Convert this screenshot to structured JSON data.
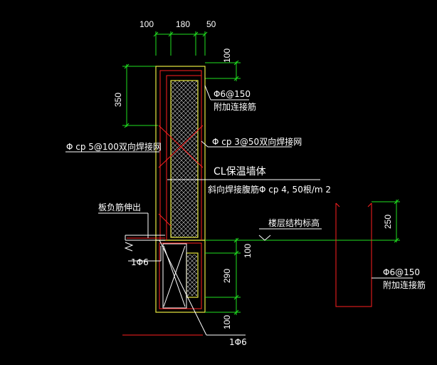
{
  "dimensions": {
    "top_100": "100",
    "top_180": "180",
    "top_50": "50",
    "side_350": "350",
    "side_100_top": "100",
    "right_250": "250",
    "bot_100_a": "100",
    "bot_290": "290",
    "bot_100_b": "100"
  },
  "labels": {
    "rebar_phi6_150_a": "Φ6@150",
    "note_add_rebar_a": "附加连接筋",
    "mesh_5_100": "Φ cp 5@100双向焊接网",
    "mesh_3_50": "Φ cp 3@50双向焊接网",
    "cl_wall": "CL保温墙体",
    "diag_rebar": "斜向焊接腹筋Φ cp 4, 50根/m 2",
    "slab_rebar_out": "板负筋伸出",
    "floor_level": "楼层结构标高",
    "rebar_1phi6_a": "1Φ6",
    "rebar_1phi6_b": "1Φ6",
    "rebar_phi6_150_b": "Φ6@150",
    "note_add_rebar_b": "附加连接筋"
  },
  "colors": {
    "wall": "#e8e840",
    "rebar": "#ff2020",
    "dim": "#20e020",
    "text": "#ffffff",
    "hatch": "#d0d0d0"
  }
}
